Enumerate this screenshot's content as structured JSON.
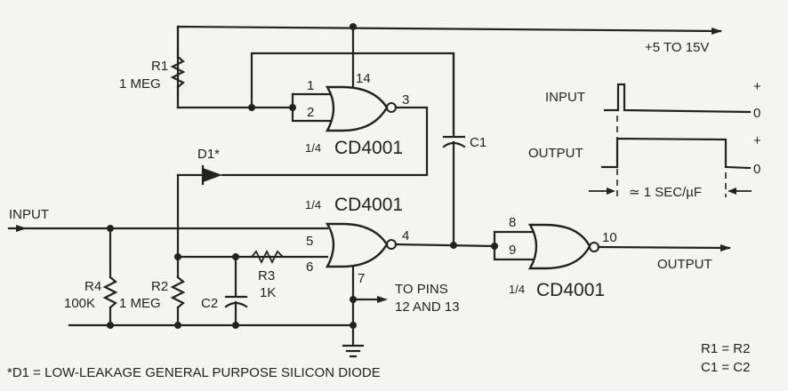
{
  "title": "CD4001 Monostable Multivibrator (One-Shot) Schematic",
  "supply": {
    "label": "+5 TO 15V"
  },
  "components": {
    "r1": {
      "name": "R1",
      "value": "1 MEG"
    },
    "r2": {
      "name": "R2",
      "value": "1 MEG"
    },
    "r3": {
      "name": "R3",
      "value": "1K"
    },
    "r4": {
      "name": "R4",
      "value": "100K"
    },
    "c1": {
      "name": "C1"
    },
    "c2": {
      "name": "C2"
    },
    "d1": {
      "name": "D1*"
    }
  },
  "gates": {
    "g1": {
      "label_frac": "1/4",
      "label_part": "CD4001",
      "pin_in_a": "1",
      "pin_in_b": "2",
      "pin_out": "3",
      "pin_vdd": "14"
    },
    "g2": {
      "label_frac": "1/4",
      "label_part": "CD4001",
      "pin_in_a": "5",
      "pin_in_b": "6",
      "pin_out": "4",
      "pin_gnd": "7"
    },
    "g3": {
      "label_frac": "1/4",
      "label_part": "CD4001",
      "pin_in_a": "8",
      "pin_in_b": "9",
      "pin_out": "10"
    }
  },
  "signals": {
    "input": "INPUT",
    "output": "OUTPUT",
    "to_pins_line1": "TO PINS",
    "to_pins_line2": "12 AND 13"
  },
  "timing": {
    "input_label": "INPUT",
    "output_label": "OUTPUT",
    "plus": "+",
    "zero": "0",
    "duration": "≃ 1 SEC/µF"
  },
  "notes": {
    "equal_r": "R1 = R2",
    "equal_c": "C1 = C2",
    "footnote": "*D1 = LOW-LEAKAGE GENERAL PURPOSE SILICON DIODE"
  }
}
